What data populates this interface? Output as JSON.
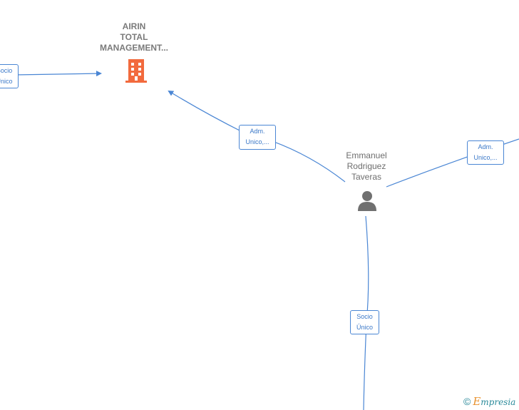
{
  "nodes": {
    "company": {
      "name_lines": [
        "AIRIN",
        "TOTAL",
        "MANAGEMENT..."
      ]
    },
    "person": {
      "name_lines": [
        "Emmanuel",
        "Rodriguez",
        "Taveras"
      ]
    }
  },
  "edges": [
    {
      "id": "left-partner",
      "label_lines": [
        "Socio",
        "Único"
      ]
    },
    {
      "id": "person-to-company",
      "label_lines": [
        "Adm.",
        "Unico,..."
      ]
    },
    {
      "id": "person-to-right",
      "label_lines": [
        "Adm.",
        "Unico,..."
      ]
    },
    {
      "id": "person-to-bottom",
      "label_lines": [
        "Socio",
        "Único"
      ]
    }
  ],
  "brand": {
    "copyright": "©",
    "name_initial": "E",
    "name_rest": "mpresia"
  },
  "colors": {
    "edge": "#4a86d4",
    "company_icon": "#f26a3d",
    "person_icon": "#707070"
  }
}
